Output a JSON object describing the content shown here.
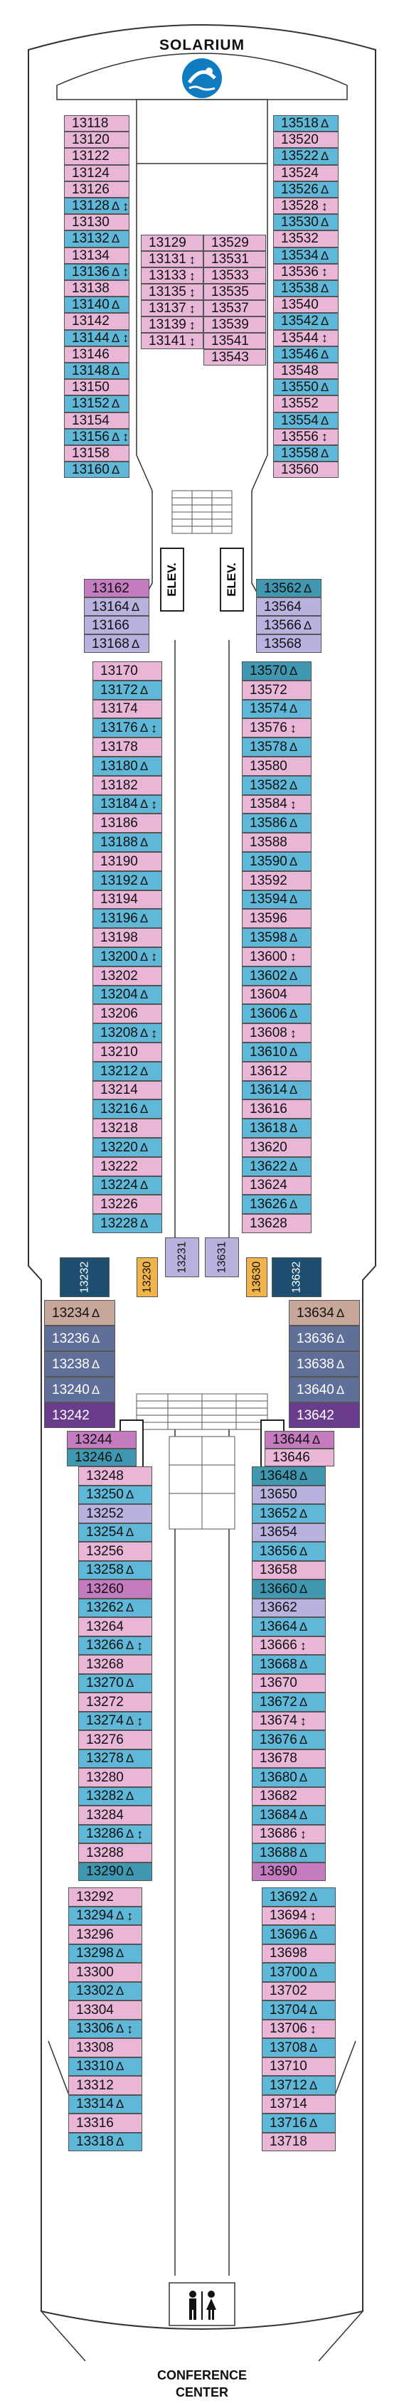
{
  "labels": {
    "solarium": "SOLARIUM",
    "conference_line1": "CONFERENCE",
    "conference_line2": "CENTER",
    "elevator": "ELEV."
  },
  "colors": {
    "pink": "#e9b6d8",
    "blue": "#5fb8d8",
    "lavender": "#b9b2df",
    "navy": "#1f4f70",
    "purple": "#c47bbf",
    "darkpurple": "#6a3c8c",
    "tan": "#c7a79a",
    "slate": "#5f6f98",
    "orange": "#f0b44a",
    "teal": "#3f98b0"
  },
  "icons": {
    "wheelchair": "wheelchair-icon",
    "fountain": "pool-icon",
    "restroom": "restroom-icon",
    "arrow": "up-down-arrow-icon",
    "accessible": "accessible-triangle-icon"
  },
  "cabins": [
    "13118",
    "13120",
    "13122",
    "13124",
    "13126",
    "13128",
    "13130",
    "13132",
    "13134",
    "13136",
    "13138",
    "13140",
    "13142",
    "13144",
    "13146",
    "13148",
    "13150",
    "13152",
    "13154",
    "13156",
    "13158",
    "13160",
    "13518",
    "13520",
    "13522",
    "13524",
    "13526",
    "13528",
    "13530",
    "13532",
    "13534",
    "13536",
    "13538",
    "13540",
    "13542",
    "13544",
    "13546",
    "13548",
    "13550",
    "13552",
    "13554",
    "13556",
    "13558",
    "13560",
    "13129",
    "13131",
    "13133",
    "13135",
    "13137",
    "13139",
    "13141",
    "13529",
    "13531",
    "13533",
    "13535",
    "13537",
    "13539",
    "13541",
    "13543",
    "13162",
    "13164",
    "13166",
    "13168",
    "13562",
    "13564",
    "13566",
    "13568",
    "13170",
    "13172",
    "13174",
    "13176",
    "13178",
    "13180",
    "13182",
    "13184",
    "13186",
    "13188",
    "13190",
    "13192",
    "13194",
    "13196",
    "13198",
    "13200",
    "13202",
    "13204",
    "13206",
    "13208",
    "13210",
    "13212",
    "13214",
    "13216",
    "13218",
    "13220",
    "13222",
    "13224",
    "13226",
    "13228",
    "13570",
    "13572",
    "13574",
    "13576",
    "13578",
    "13580",
    "13582",
    "13584",
    "13586",
    "13588",
    "13590",
    "13592",
    "13594",
    "13596",
    "13598",
    "13600",
    "13602",
    "13604",
    "13606",
    "13608",
    "13610",
    "13612",
    "13614",
    "13616",
    "13618",
    "13620",
    "13622",
    "13624",
    "13626",
    "13628",
    "13232",
    "13230",
    "13231",
    "13631",
    "13630",
    "13632",
    "13234",
    "13236",
    "13238",
    "13240",
    "13242",
    "13244",
    "13246",
    "13634",
    "13636",
    "13638",
    "13640",
    "13642",
    "13644",
    "13646",
    "13248",
    "13250",
    "13252",
    "13254",
    "13256",
    "13258",
    "13260",
    "13262",
    "13264",
    "13266",
    "13268",
    "13270",
    "13272",
    "13274",
    "13276",
    "13278",
    "13280",
    "13282",
    "13284",
    "13286",
    "13288",
    "13290",
    "13648",
    "13650",
    "13652",
    "13654",
    "13656",
    "13658",
    "13660",
    "13662",
    "13664",
    "13666",
    "13668",
    "13670",
    "13672",
    "13674",
    "13676",
    "13678",
    "13680",
    "13682",
    "13684",
    "13686",
    "13688",
    "13690",
    "13292",
    "13294",
    "13296",
    "13298",
    "13300",
    "13302",
    "13304",
    "13306",
    "13308",
    "13310",
    "13312",
    "13314",
    "13316",
    "13318",
    "13692",
    "13694",
    "13696",
    "13698",
    "13700",
    "13702",
    "13704",
    "13706",
    "13708",
    "13710",
    "13712",
    "13714",
    "13716",
    "13718"
  ]
}
